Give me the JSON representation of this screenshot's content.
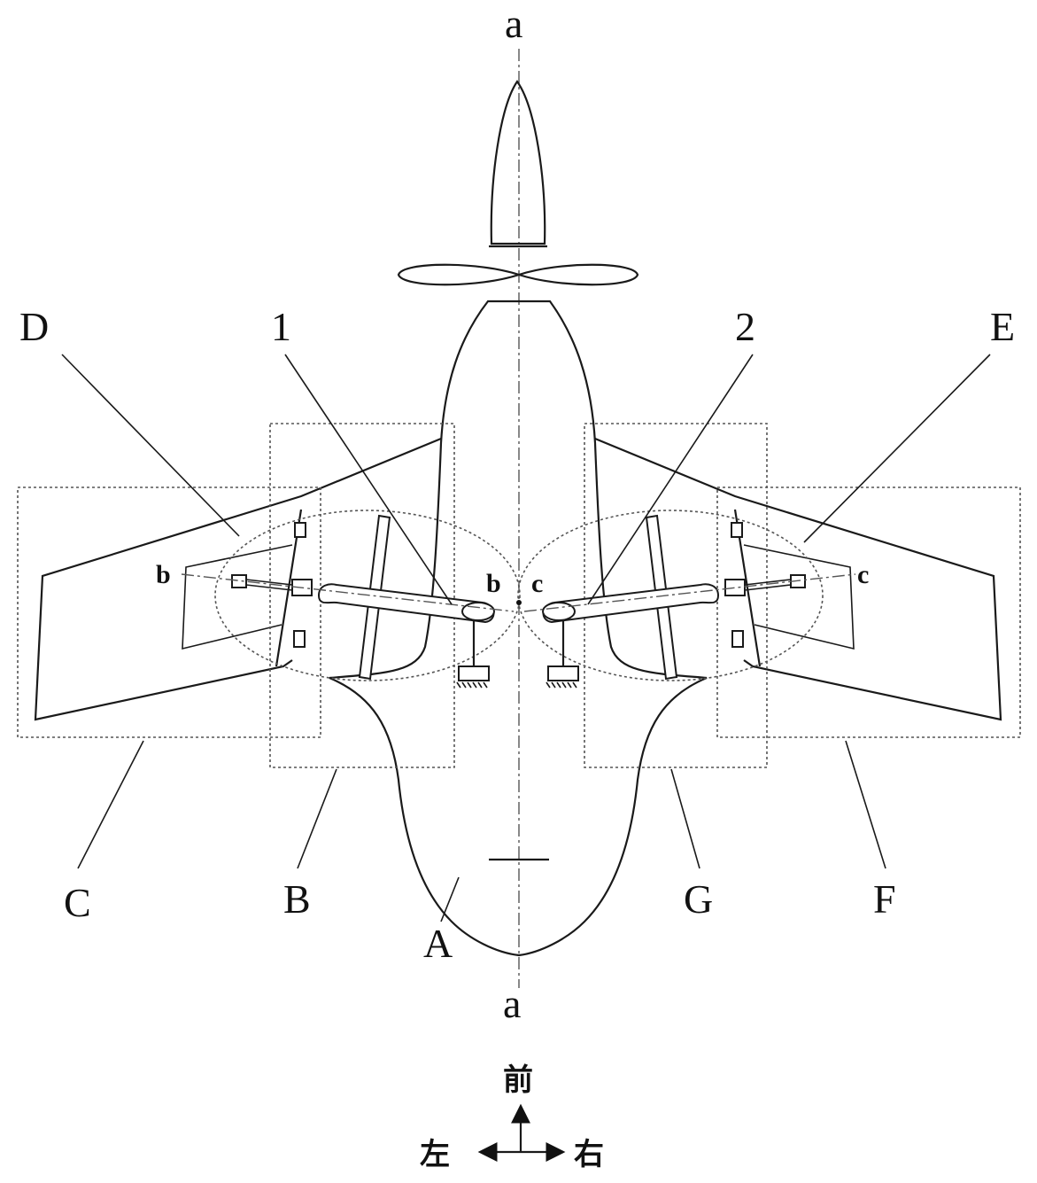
{
  "axis_labels": {
    "a_top": "a",
    "a_bottom": "a",
    "b_left": "b",
    "b_center": "b",
    "c_center": "c",
    "c_right": "c"
  },
  "callouts": {
    "D": "D",
    "one": "1",
    "two": "2",
    "E": "E",
    "C": "C",
    "B": "B",
    "A": "A",
    "G": "G",
    "F": "F"
  },
  "direction": {
    "front": "前",
    "left": "左",
    "right": "右"
  }
}
